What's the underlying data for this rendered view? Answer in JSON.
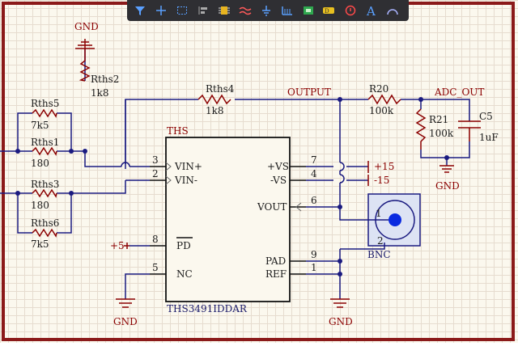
{
  "toolbar": {
    "items": [
      {
        "icon": "filter-icon"
      },
      {
        "icon": "crosshair-icon"
      },
      {
        "icon": "selection-rect-icon"
      },
      {
        "icon": "align-icon"
      },
      {
        "icon": "component-icon"
      },
      {
        "icon": "bus-icon"
      },
      {
        "icon": "ground-icon"
      },
      {
        "icon": "net-label-icon"
      },
      {
        "icon": "place-part-icon"
      },
      {
        "icon": "directive-icon"
      },
      {
        "icon": "no-erc-icon"
      },
      {
        "icon": "text-icon"
      },
      {
        "icon": "arc-icon"
      }
    ],
    "text_glyph": "A"
  },
  "schematic": {
    "ic": {
      "designator": "THS",
      "part": "THS3491IDDAR",
      "pins": [
        {
          "num": "3",
          "name": "VIN+"
        },
        {
          "num": "2",
          "name": "VIN-"
        },
        {
          "num": "8",
          "name": "PD"
        },
        {
          "num": "5",
          "name": "NC"
        },
        {
          "num": "7",
          "name": "+VS"
        },
        {
          "num": "4",
          "name": "-VS"
        },
        {
          "num": "6",
          "name": "VOUT"
        },
        {
          "num": "9",
          "name": "PAD"
        },
        {
          "num": "1",
          "name": "REF"
        }
      ]
    },
    "resistors": [
      {
        "ref": "Rths5",
        "value": "7k5"
      },
      {
        "ref": "Rths1",
        "value": "180"
      },
      {
        "ref": "Rths3",
        "value": "180"
      },
      {
        "ref": "Rths6",
        "value": "7k5"
      },
      {
        "ref": "Rths2",
        "value": "1k8"
      },
      {
        "ref": "Rths4",
        "value": "1k8"
      },
      {
        "ref": "R20",
        "value": "100k"
      },
      {
        "ref": "R21",
        "value": "100k"
      }
    ],
    "capacitor": {
      "ref": "C5",
      "value": "1uF"
    },
    "connector": {
      "ref": "BNC",
      "pin1": "1",
      "pin2": "2"
    },
    "nets": {
      "gnd": "GND",
      "output": "OUTPUT",
      "adc_out": "ADC_OUT",
      "pos15": "+15",
      "neg15": "-15",
      "pos5": "+5"
    }
  }
}
